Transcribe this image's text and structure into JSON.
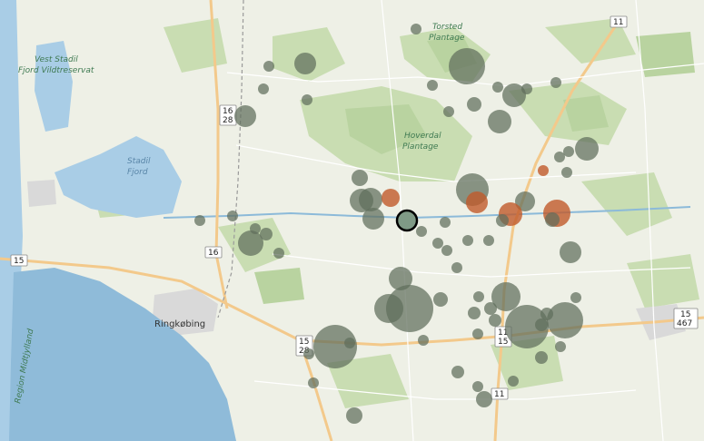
{
  "map": {
    "labels": {
      "vest_stadil": "Vest Stadil",
      "fjord_vildtreservat": "Fjord Vildtreservat",
      "stadil": "Stadil",
      "fjord": "Fjord",
      "torsted": "Torsted",
      "plantage_1": "Plantage",
      "hoverdal": "Hoverdal",
      "plantage_2": "Plantage",
      "ringkobing": "Ringkøbing",
      "region_midtjylland": "Region Midtjylland"
    },
    "road_shields": [
      {
        "id": "r11-top",
        "lines": [
          "11"
        ]
      },
      {
        "id": "r16-28",
        "lines": [
          "16",
          "28"
        ]
      },
      {
        "id": "r16",
        "lines": [
          "16"
        ]
      },
      {
        "id": "r15-left",
        "lines": [
          "15"
        ]
      },
      {
        "id": "r15-28",
        "lines": [
          "15",
          "28"
        ]
      },
      {
        "id": "r11-15",
        "lines": [
          "11",
          "15"
        ]
      },
      {
        "id": "r15-467",
        "lines": [
          "15",
          "467"
        ]
      },
      {
        "id": "r11-bottom",
        "lines": [
          "11"
        ]
      }
    ],
    "colors": {
      "land": "#eef0e6",
      "forest": "#c9ddb2",
      "forest_dark": "#b9d3a0",
      "water": "#a9cde6",
      "sea": "#8fbbd9",
      "town": "#d9d9d9",
      "road_major": "#f3c98b",
      "road_minor": "#ffffff",
      "marker_gray": "#5f6e5c",
      "marker_orange": "#c05a2a",
      "marker_selected": "#7f9a86"
    },
    "markers_note_hidden": ""
  }
}
